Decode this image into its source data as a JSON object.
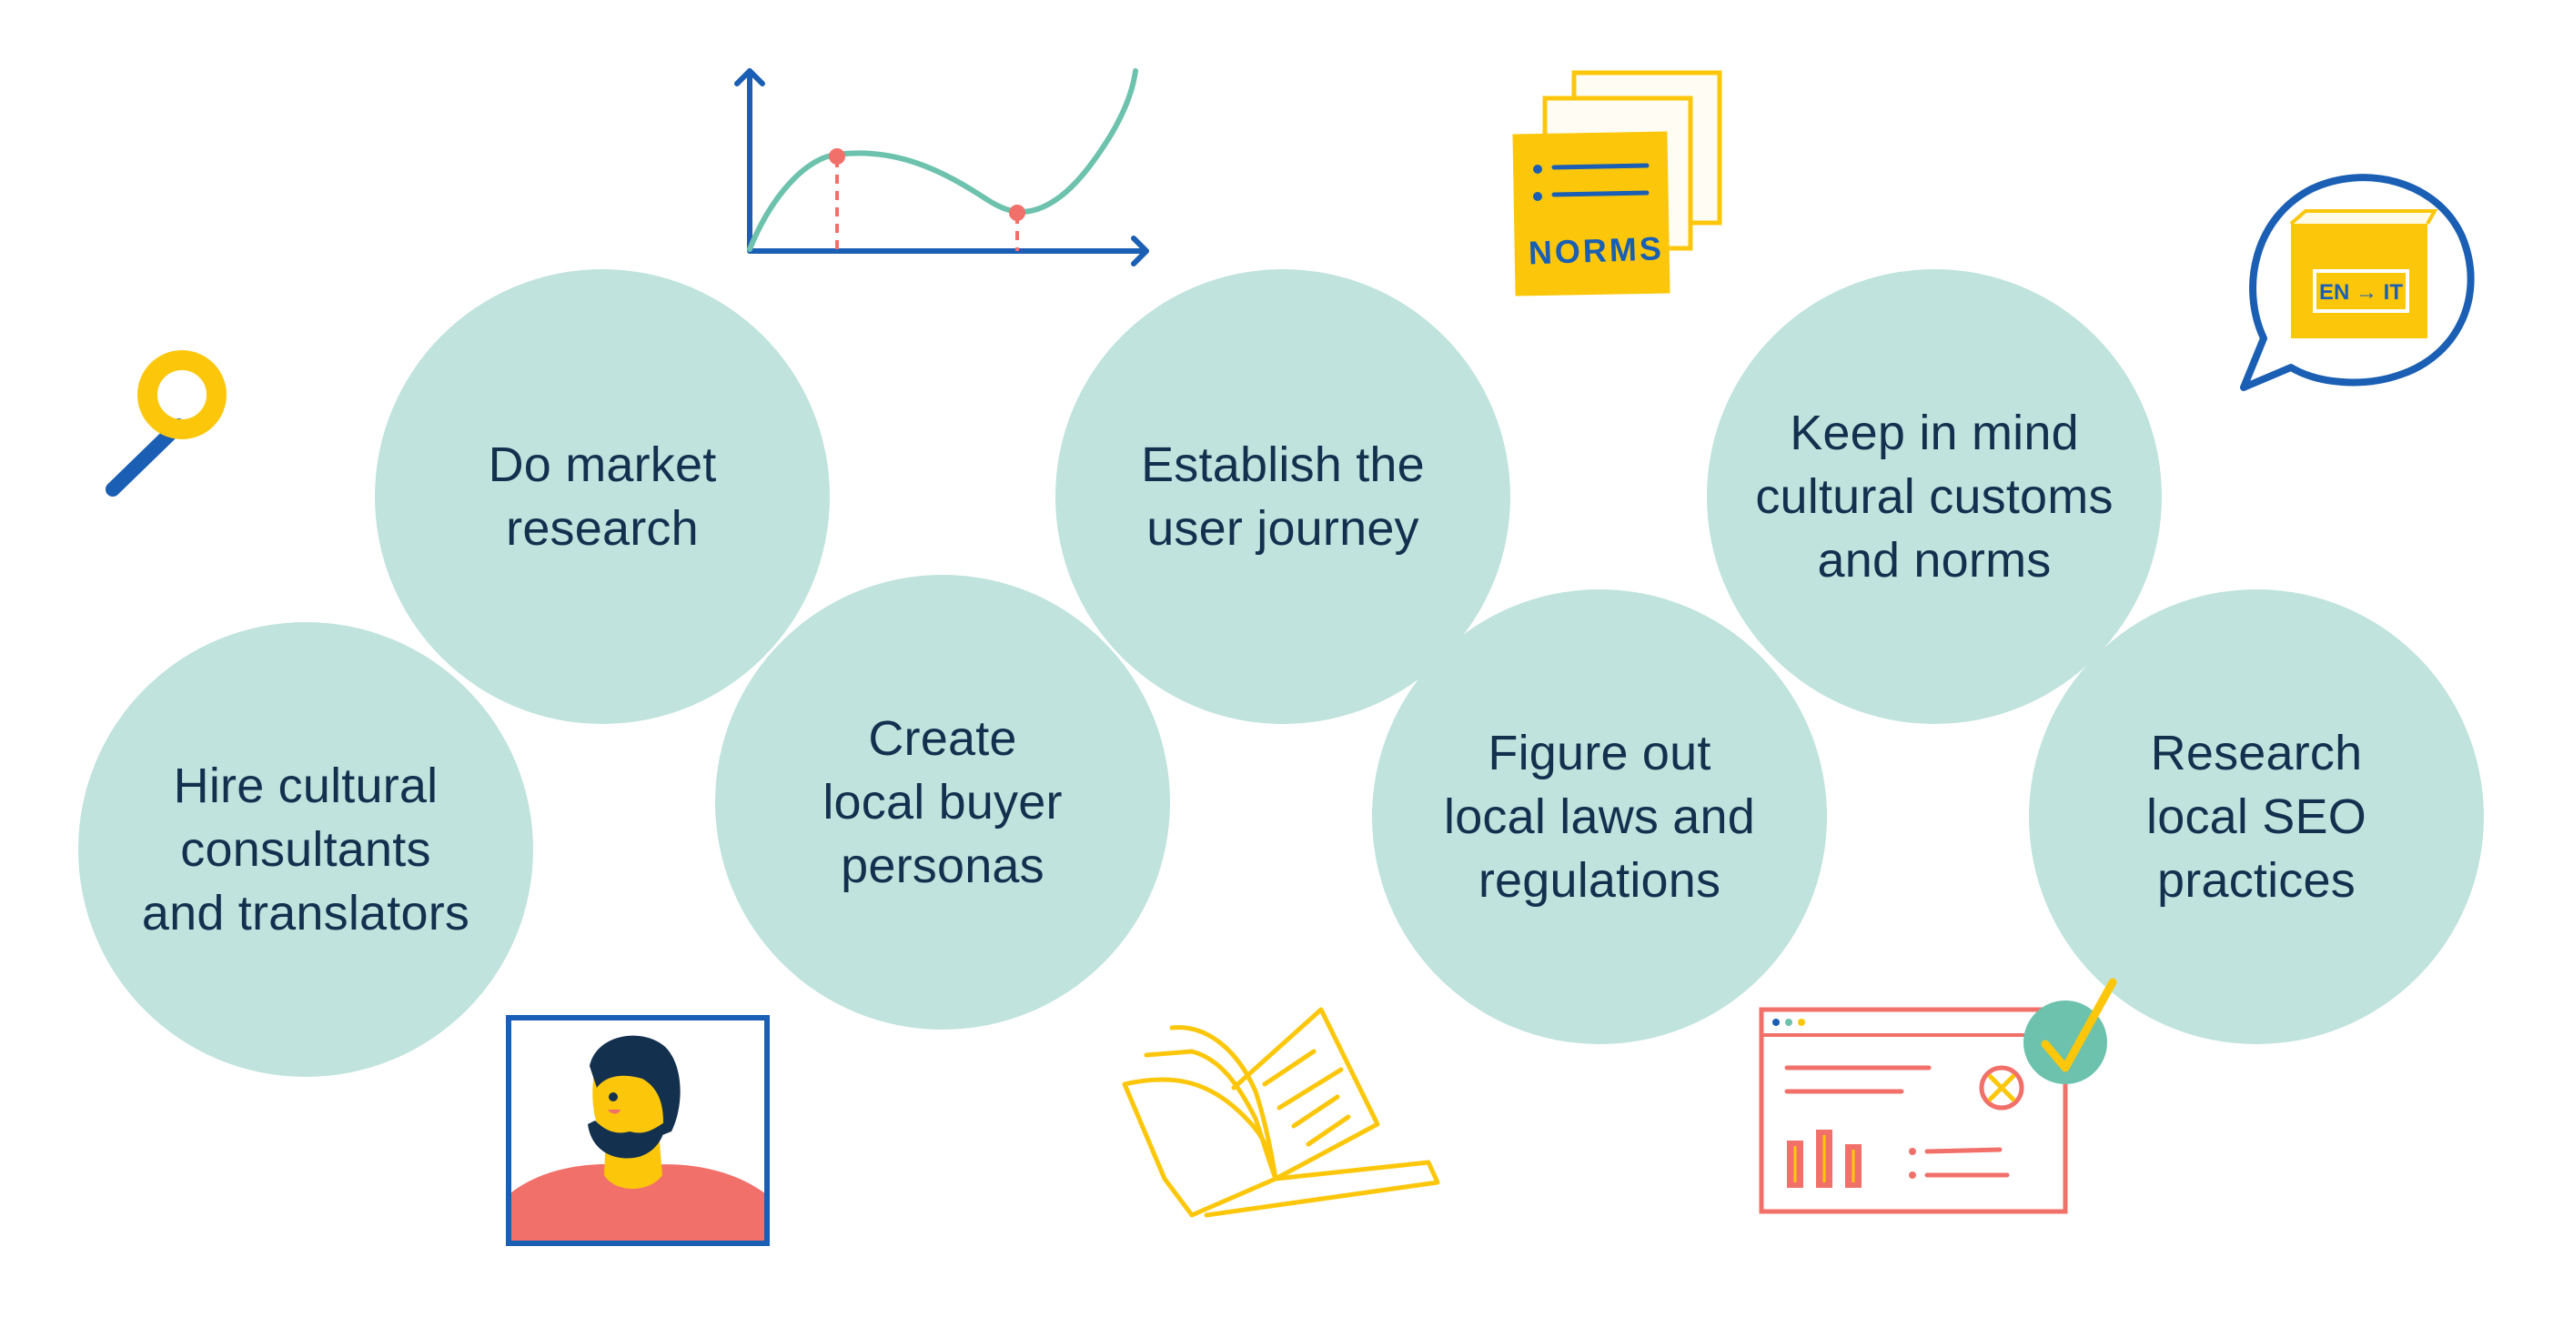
{
  "steps": [
    {
      "id": "hire",
      "text": "Hire cultural\nconsultants\nand translators"
    },
    {
      "id": "market",
      "text": "Do market\nresearch"
    },
    {
      "id": "personas",
      "text": "Create\nlocal buyer\npersonas"
    },
    {
      "id": "journey",
      "text": "Establish the\nuser journey"
    },
    {
      "id": "laws",
      "text": "Figure out\nlocal laws and\nregulations"
    },
    {
      "id": "customs",
      "text": "Keep in mind\ncultural customs\nand norms"
    },
    {
      "id": "seo",
      "text": "Research\nlocal SEO\npractices"
    }
  ],
  "illustrations": {
    "norms_note": {
      "icon": "sticky-notes-icon",
      "text": "NORMS"
    },
    "dictionary": {
      "icon": "dictionary-speech-bubble-icon",
      "text": "EN → IT"
    },
    "magnifier": {
      "icon": "magnifying-glass-icon"
    },
    "chart": {
      "icon": "line-chart-icon"
    },
    "persona": {
      "icon": "bearded-person-portrait-icon"
    },
    "book": {
      "icon": "open-book-icon"
    },
    "dashboard": {
      "icon": "seo-dashboard-check-icon"
    }
  },
  "colors": {
    "circle": "#c0e3dd",
    "text": "#14304f",
    "blue": "#1a5fb4",
    "yellow": "#fcc70b",
    "teal": "#6cc2ad",
    "coral": "#f2706a"
  }
}
